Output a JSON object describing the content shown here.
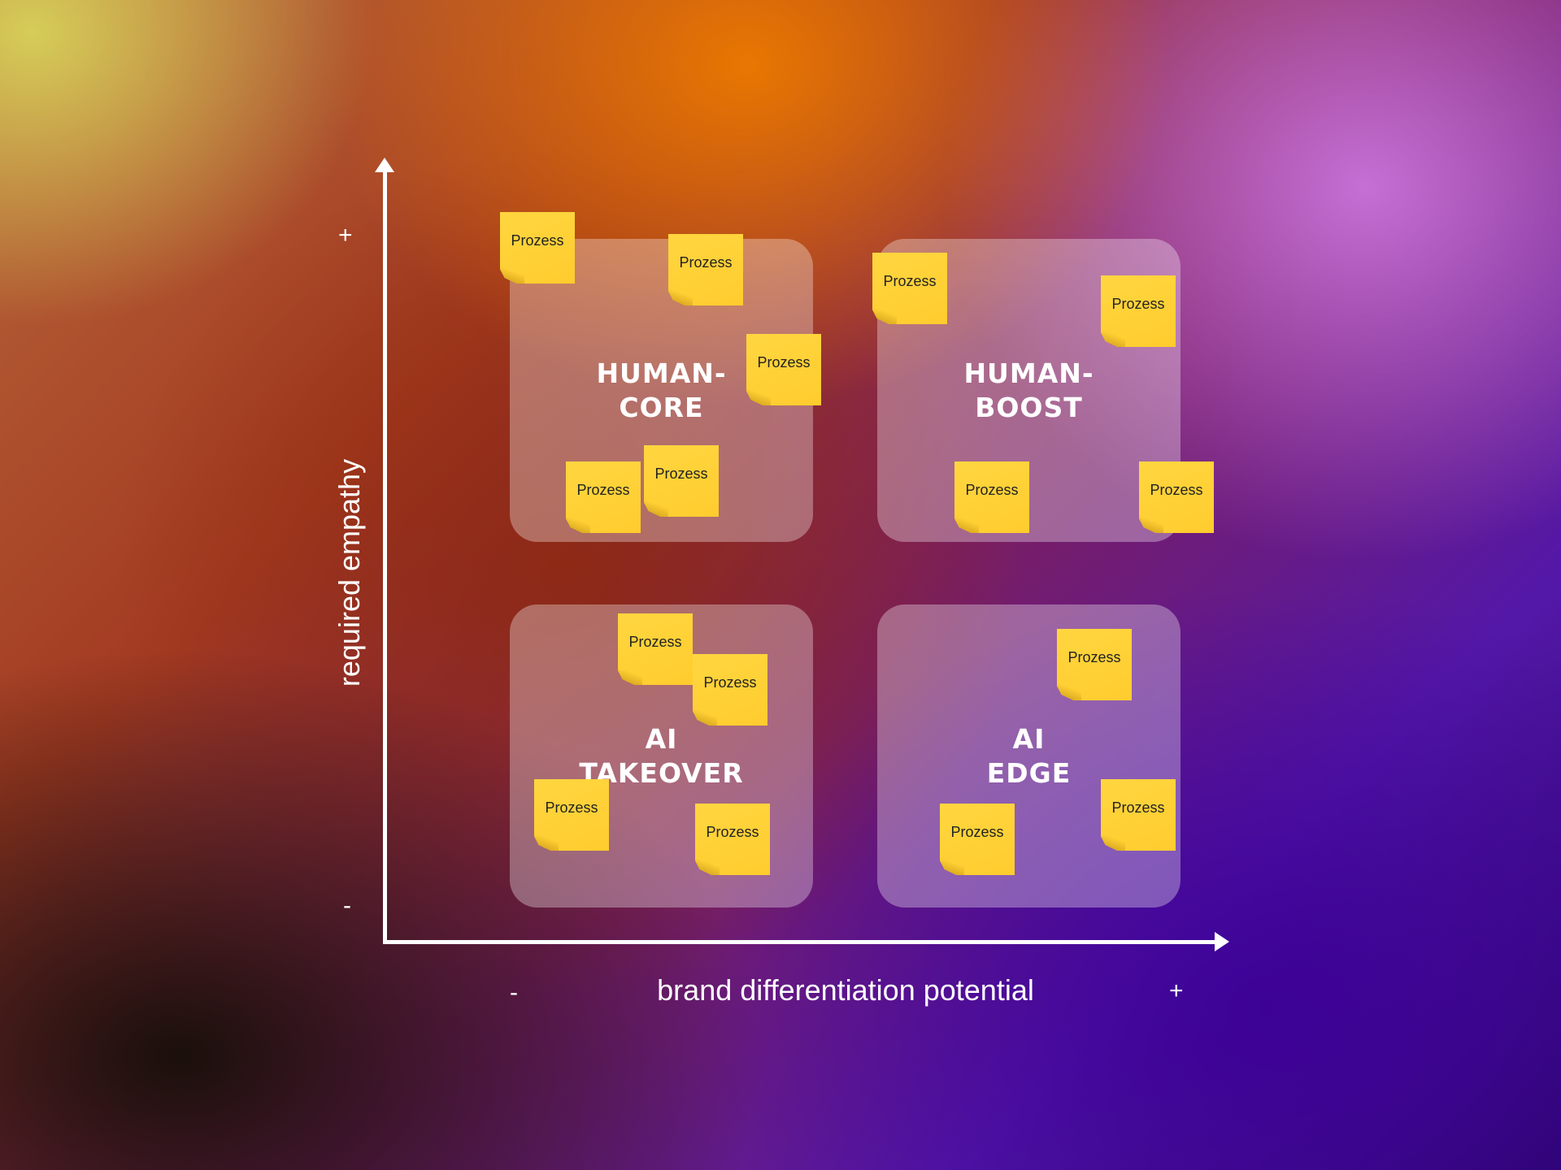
{
  "axes": {
    "y_label": "required empathy",
    "x_label": "brand differentiation potential",
    "y_high": "+",
    "y_low": "-",
    "x_low": "-",
    "x_high": "+"
  },
  "quadrants": {
    "top_left": {
      "line1": "HUMAN-",
      "line2": "CORE"
    },
    "top_right": {
      "line1": "HUMAN-",
      "line2": "BOOST"
    },
    "bottom_left": {
      "line1": "AI",
      "line2": "TAKEOVER"
    },
    "bottom_right": {
      "line1": "AI",
      "line2": "EDGE"
    }
  },
  "notes": [
    "Prozess",
    "Prozess",
    "Prozess",
    "Prozess",
    "Prozess",
    "Prozess",
    "Prozess",
    "Prozess",
    "Prozess",
    "Prozess",
    "Prozess",
    "Prozess",
    "Prozess",
    "Prozess",
    "Prozess",
    "Prozess"
  ],
  "colors": {
    "note_yellow": "#ffd23a",
    "axis": "#ffffff",
    "quadrant_fill": "rgba(255,255,255,0.32)"
  }
}
